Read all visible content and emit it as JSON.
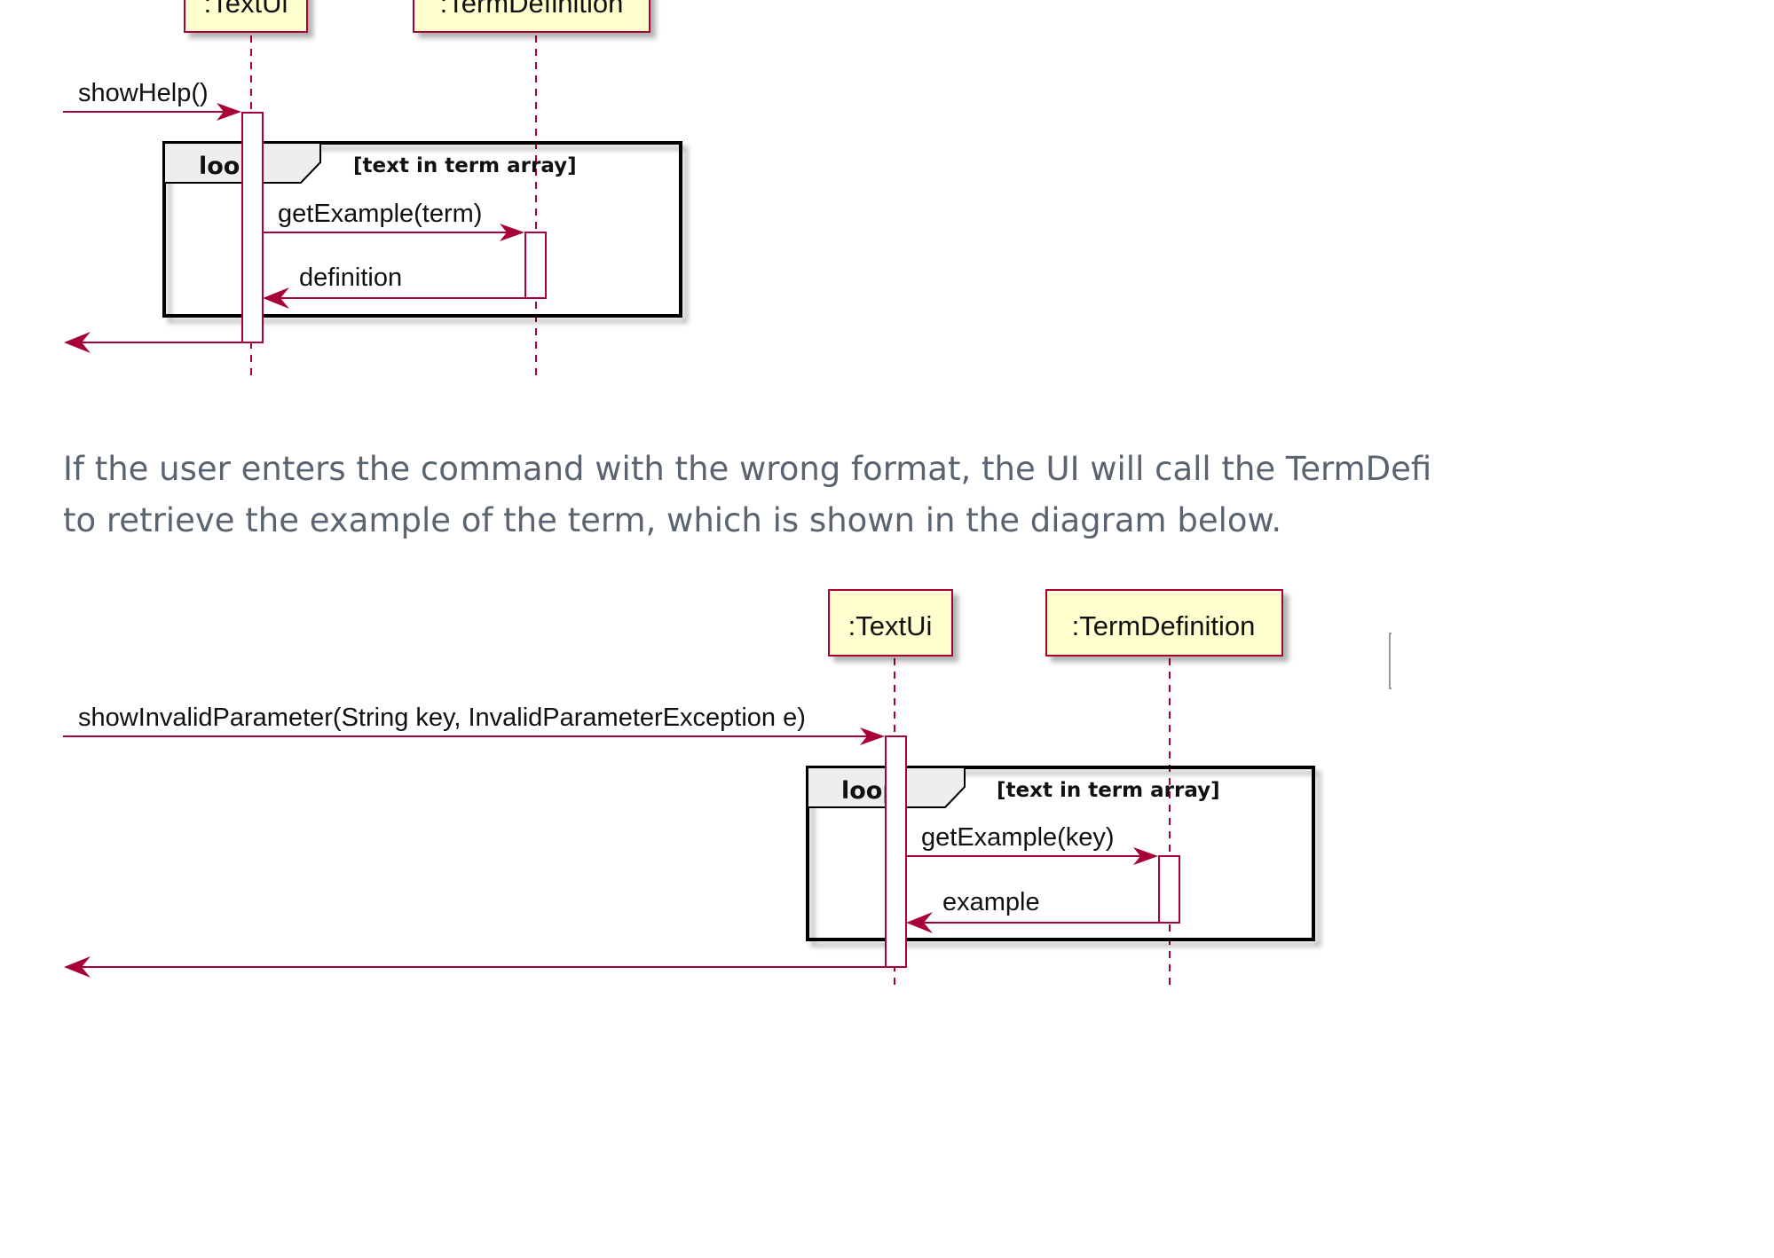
{
  "diagram1": {
    "participants": [
      ":TextUi",
      ":TermDefinition"
    ],
    "incoming_call": "showHelp()",
    "loop_keyword": "loop",
    "loop_guard": "[text in term array]",
    "request": "getExample(term)",
    "response": "definition"
  },
  "paragraph": {
    "line1": "If the user enters the command with the wrong format, the UI will call the TermDefi",
    "line2": "to retrieve the example of the term, which is shown in the diagram below."
  },
  "diagram2": {
    "participants": [
      ":TextUi",
      ":TermDefinition"
    ],
    "incoming_call": "showInvalidParameter(String key, InvalidParameterException e)",
    "loop_keyword": "loop",
    "loop_guard": "[text in term array]",
    "request": "getExample(key)",
    "response": "example"
  },
  "colors": {
    "message": "#a80036",
    "participant_fill": "#fefece",
    "participant_border": "#a80036",
    "frame": "#000000",
    "lifeline": "#a80036",
    "paragraph_text": "#5a6470"
  }
}
